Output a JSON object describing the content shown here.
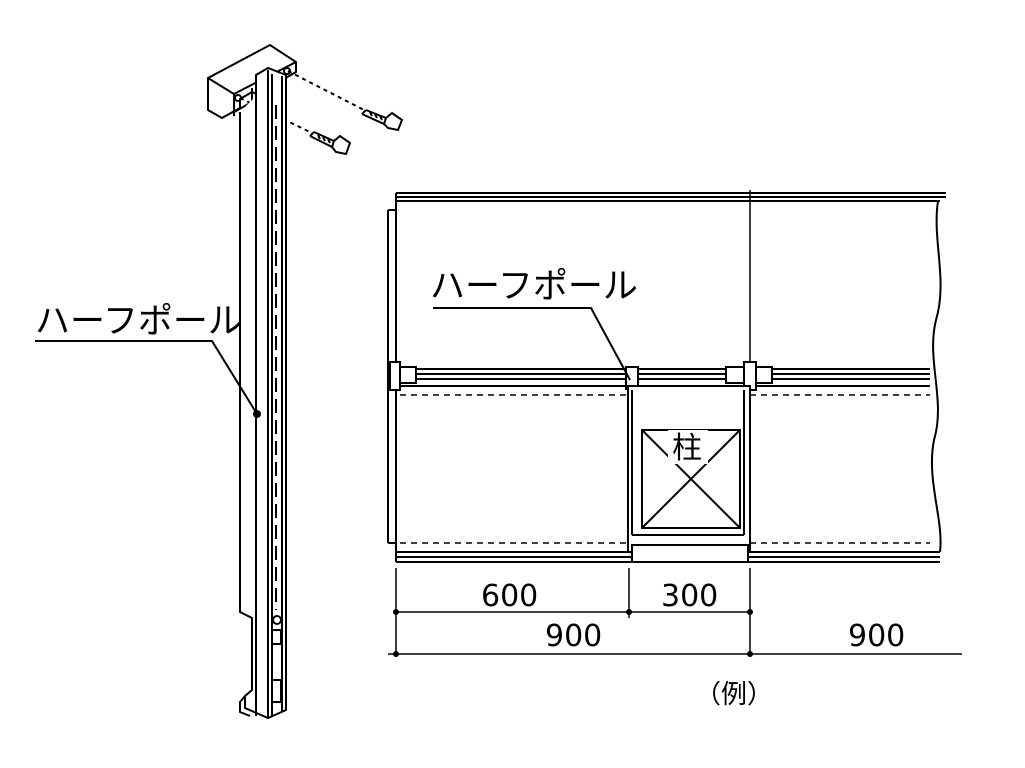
{
  "left_figure": {
    "label": "ハーフポール"
  },
  "plan_view": {
    "label": "ハーフポール",
    "pillar_label": "柱"
  },
  "dimensions": {
    "d1": "600",
    "d2": "300",
    "d3": "900",
    "d4": "900"
  },
  "caption": "（例）"
}
